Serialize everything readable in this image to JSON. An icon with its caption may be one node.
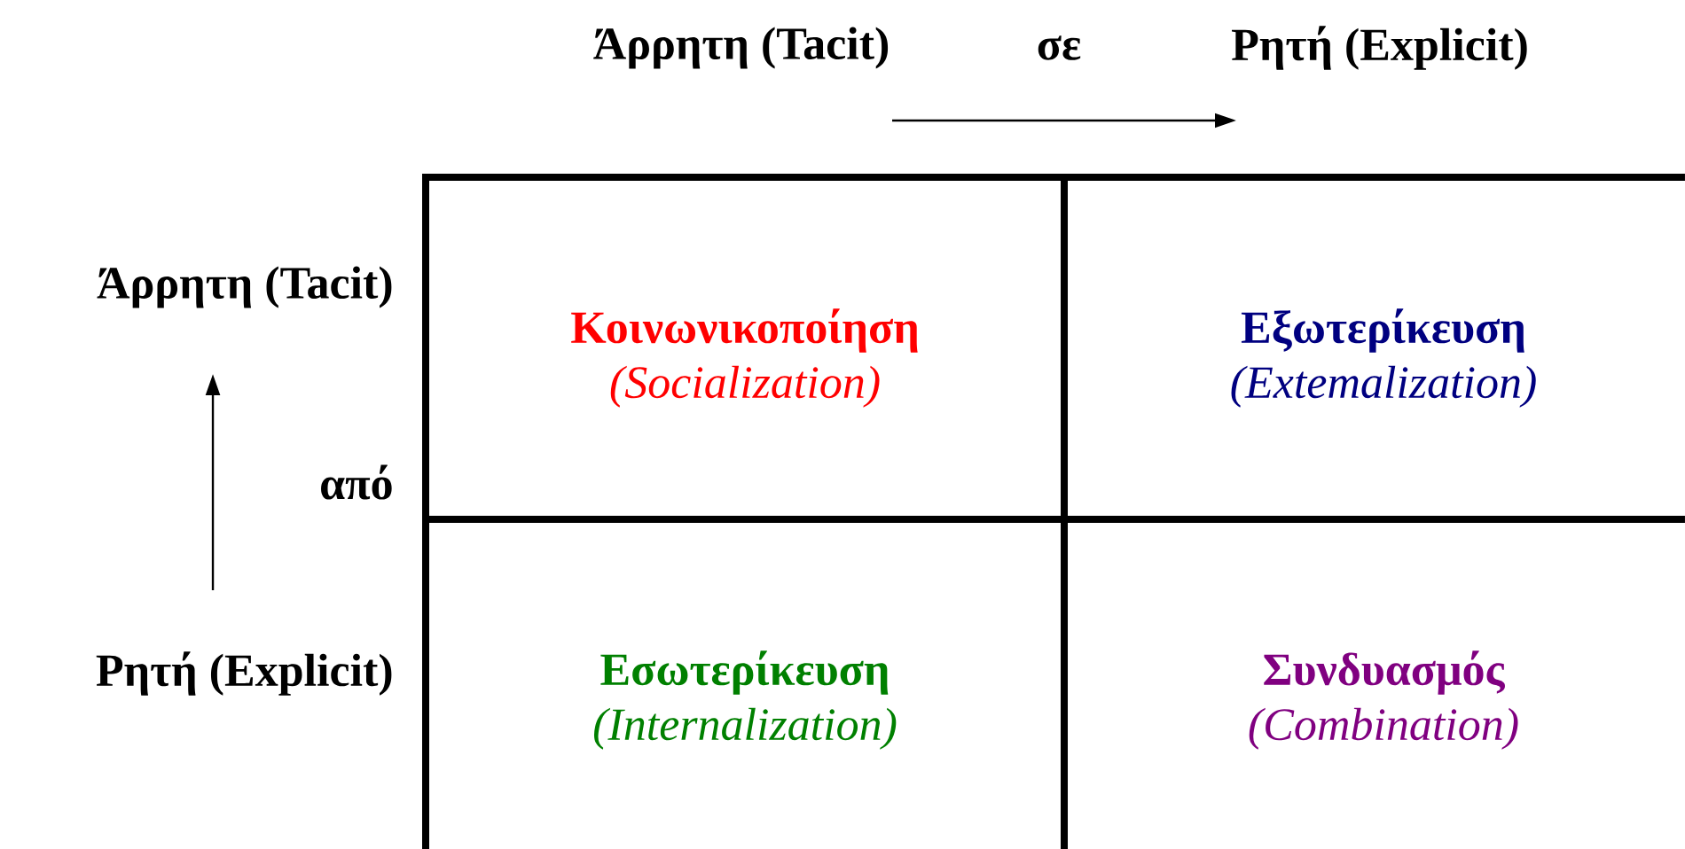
{
  "diagram": {
    "nodes": [
      {
        "text": [
          "Κοινωνικοποίηση",
          "(Socialization)"
        ]
      },
      {
        "text": [
          "Εξωτερίκευση",
          "(Extemalization)"
        ]
      },
      {
        "text": [
          "Εσωτερίκευση",
          "(Internalization)"
        ]
      },
      {
        "text": [
          "Συνδυασμός",
          "(Combination)"
        ]
      }
    ],
    "edges": [],
    "labels": [
      "Άρρητη (Tacit)",
      "σε",
      "Ρητή (Explicit)",
      "Άρρητη (Tacit)",
      "από",
      "Ρητή (Explicit)"
    ]
  }
}
